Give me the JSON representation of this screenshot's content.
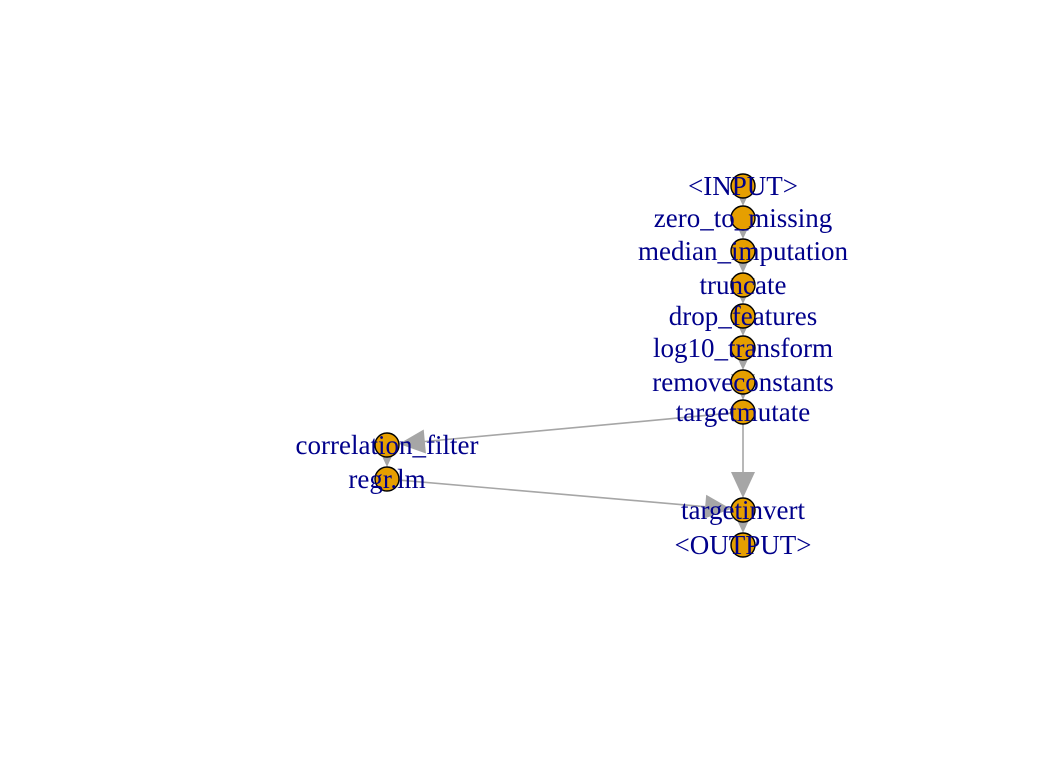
{
  "diagram": {
    "nodes": [
      {
        "id": "input",
        "label": "<INPUT>"
      },
      {
        "id": "zero_to_missing",
        "label": "zero_to_missing"
      },
      {
        "id": "median_imputation",
        "label": "median_imputation"
      },
      {
        "id": "truncate",
        "label": "truncate"
      },
      {
        "id": "drop_features",
        "label": "drop_features"
      },
      {
        "id": "log10_transform",
        "label": "log10_transform"
      },
      {
        "id": "removeconstants",
        "label": "removeconstants"
      },
      {
        "id": "targetmutate",
        "label": "targetmutate"
      },
      {
        "id": "correlation_filter",
        "label": "correlation_filter"
      },
      {
        "id": "regr_lm",
        "label": "regr.lm"
      },
      {
        "id": "targetinvert",
        "label": "targetinvert"
      },
      {
        "id": "output",
        "label": "<OUTPUT>"
      }
    ],
    "edges": [
      {
        "from": "input",
        "to": "zero_to_missing"
      },
      {
        "from": "zero_to_missing",
        "to": "median_imputation"
      },
      {
        "from": "median_imputation",
        "to": "truncate"
      },
      {
        "from": "truncate",
        "to": "drop_features"
      },
      {
        "from": "drop_features",
        "to": "log10_transform"
      },
      {
        "from": "log10_transform",
        "to": "removeconstants"
      },
      {
        "from": "removeconstants",
        "to": "targetmutate"
      },
      {
        "from": "targetmutate",
        "to": "correlation_filter"
      },
      {
        "from": "targetmutate",
        "to": "targetinvert"
      },
      {
        "from": "correlation_filter",
        "to": "regr_lm"
      },
      {
        "from": "regr_lm",
        "to": "targetinvert"
      },
      {
        "from": "targetinvert",
        "to": "output"
      }
    ],
    "colors": {
      "node_fill": "#E69F00",
      "node_stroke": "#000000",
      "edge": "#A6A6A6",
      "label": "#00008B",
      "background": "#FFFFFF"
    }
  }
}
